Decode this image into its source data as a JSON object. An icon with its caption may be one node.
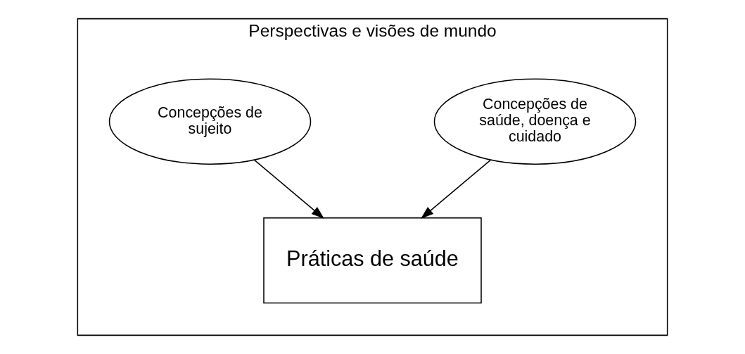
{
  "diagram": {
    "nodes": [
      {
        "text": [
          "Perspectivas e visões de mundo"
        ]
      },
      {
        "text": [
          "Concepções de saúde, doença e cuidado"
        ],
        "in": 0
      },
      {
        "text": [
          "Concepções de sujeito"
        ],
        "in": 0
      },
      {
        "text": [
          "Práticas de saúde"
        ],
        "in": 0
      }
    ],
    "edges": [
      {
        "from": 1,
        "to": 3,
        "arrow": "to"
      },
      {
        "from": 2,
        "to": 3,
        "arrow": "to"
      }
    ]
  }
}
